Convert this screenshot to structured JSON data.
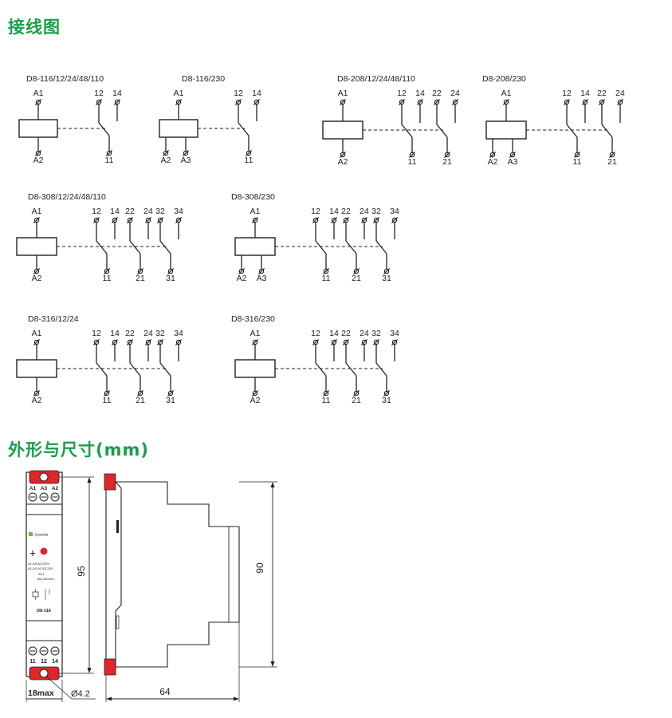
{
  "titles": {
    "wiring": "接线图",
    "dimensions": "外形与尺寸(mm)"
  },
  "diagrams": [
    {
      "model": "D8-116/12/24/48/110",
      "coil_top": "A1",
      "coil_bottom": [
        "A2"
      ],
      "contacts": [
        {
          "nc": "12",
          "no": "14",
          "com": "11"
        }
      ]
    },
    {
      "model": "D8-116/230",
      "coil_top": "A1",
      "coil_bottom": [
        "A2",
        "A3"
      ],
      "contacts": [
        {
          "nc": "12",
          "no": "14",
          "com": "11"
        }
      ]
    },
    {
      "model": "D8-208/12/24/48/110",
      "coil_top": "A1",
      "coil_bottom": [
        "A2"
      ],
      "contacts": [
        {
          "nc": "12",
          "no": "14",
          "com": "11"
        },
        {
          "nc": "22",
          "no": "24",
          "com": "21"
        }
      ]
    },
    {
      "model": "D8-208/230",
      "coil_top": "A1",
      "coil_bottom": [
        "A2",
        "A3"
      ],
      "contacts": [
        {
          "nc": "12",
          "no": "14",
          "com": "11"
        },
        {
          "nc": "22",
          "no": "24",
          "com": "21"
        }
      ]
    },
    {
      "model": "D8-308/12/24/48/110",
      "coil_top": "A1",
      "coil_bottom": [
        "A2"
      ],
      "contacts": [
        {
          "nc": "12",
          "no": "14",
          "com": "11"
        },
        {
          "nc": "22",
          "no": "24",
          "com": "21"
        },
        {
          "nc": "32",
          "no": "34",
          "com": "31"
        }
      ]
    },
    {
      "model": "D8-308/230",
      "coil_top": "A1",
      "coil_bottom": [
        "A2",
        "A3"
      ],
      "contacts": [
        {
          "nc": "12",
          "no": "14",
          "com": "11"
        },
        {
          "nc": "22",
          "no": "24",
          "com": "21"
        },
        {
          "nc": "32",
          "no": "34",
          "com": "31"
        }
      ]
    },
    {
      "model": "D8-316/12/24",
      "coil_top": "A1",
      "coil_bottom": [
        "A2"
      ],
      "contacts": [
        {
          "nc": "12",
          "no": "14",
          "com": "11"
        },
        {
          "nc": "22",
          "no": "24",
          "com": "21"
        },
        {
          "nc": "32",
          "no": "34",
          "com": "31"
        }
      ]
    },
    {
      "model": "D8-316/230",
      "coil_top": "A1",
      "coil_bottom": [
        "A2"
      ],
      "contacts": [
        {
          "nc": "12",
          "no": "14",
          "com": "11"
        },
        {
          "nc": "22",
          "no": "24",
          "com": "21"
        },
        {
          "nc": "32",
          "no": "34",
          "com": "31"
        }
      ]
    }
  ],
  "front_view": {
    "top_terminals": [
      "A1",
      "A3",
      "A2"
    ],
    "bottom_terminals": [
      "11",
      "12",
      "14"
    ],
    "model_label": "D8-116",
    "brand": "Quanda",
    "rating_lines": [
      "A1-A3:AC230V",
      "A1-A2:AC/DC24V"
    ],
    "contact_rating": [
      "AC1",
      "16A 250VAC"
    ]
  },
  "dimensions": {
    "height_total": "95",
    "height_body": "90",
    "depth": "64",
    "width": "18max",
    "hole": "Ø4.2"
  },
  "colors": {
    "title": "#1a9e4a",
    "clip": "#e0262b",
    "line": "#222222"
  }
}
